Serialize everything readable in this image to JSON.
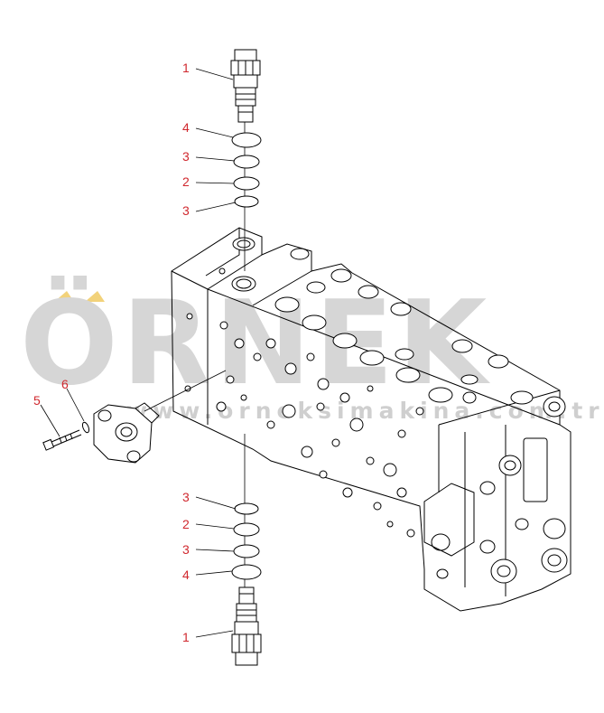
{
  "watermark": {
    "brand": "ÖRNEK",
    "website": "www.orneksimakina.com.tr",
    "accent_color": "#f2d27a",
    "text_color": "#d6d6d6"
  },
  "callouts": [
    {
      "label": "1"
    },
    {
      "label": "4"
    },
    {
      "label": "3"
    },
    {
      "label": "2"
    },
    {
      "label": "3"
    },
    {
      "label": "6"
    },
    {
      "label": "5"
    },
    {
      "label": "3"
    },
    {
      "label": "2"
    },
    {
      "label": "3"
    },
    {
      "label": "4"
    },
    {
      "label": "1"
    }
  ],
  "colors": {
    "callout": "#d0282e",
    "line": "#000000"
  }
}
